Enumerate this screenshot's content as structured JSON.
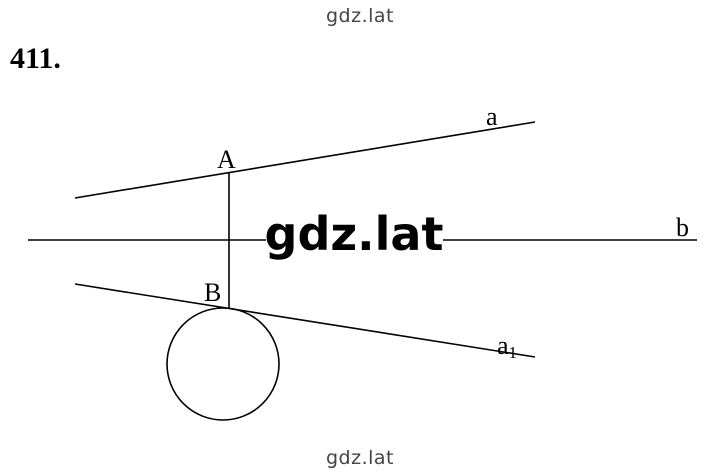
{
  "watermark": {
    "top": "gdz.lat",
    "center": "gdz.lat",
    "bottom": "gdz.lat"
  },
  "problem": {
    "number": "411."
  },
  "labels": {
    "line_a": "a",
    "line_b": "b",
    "line_a1_main": "a",
    "line_a1_sub": "1",
    "point_A": "A",
    "point_B": "B"
  }
}
